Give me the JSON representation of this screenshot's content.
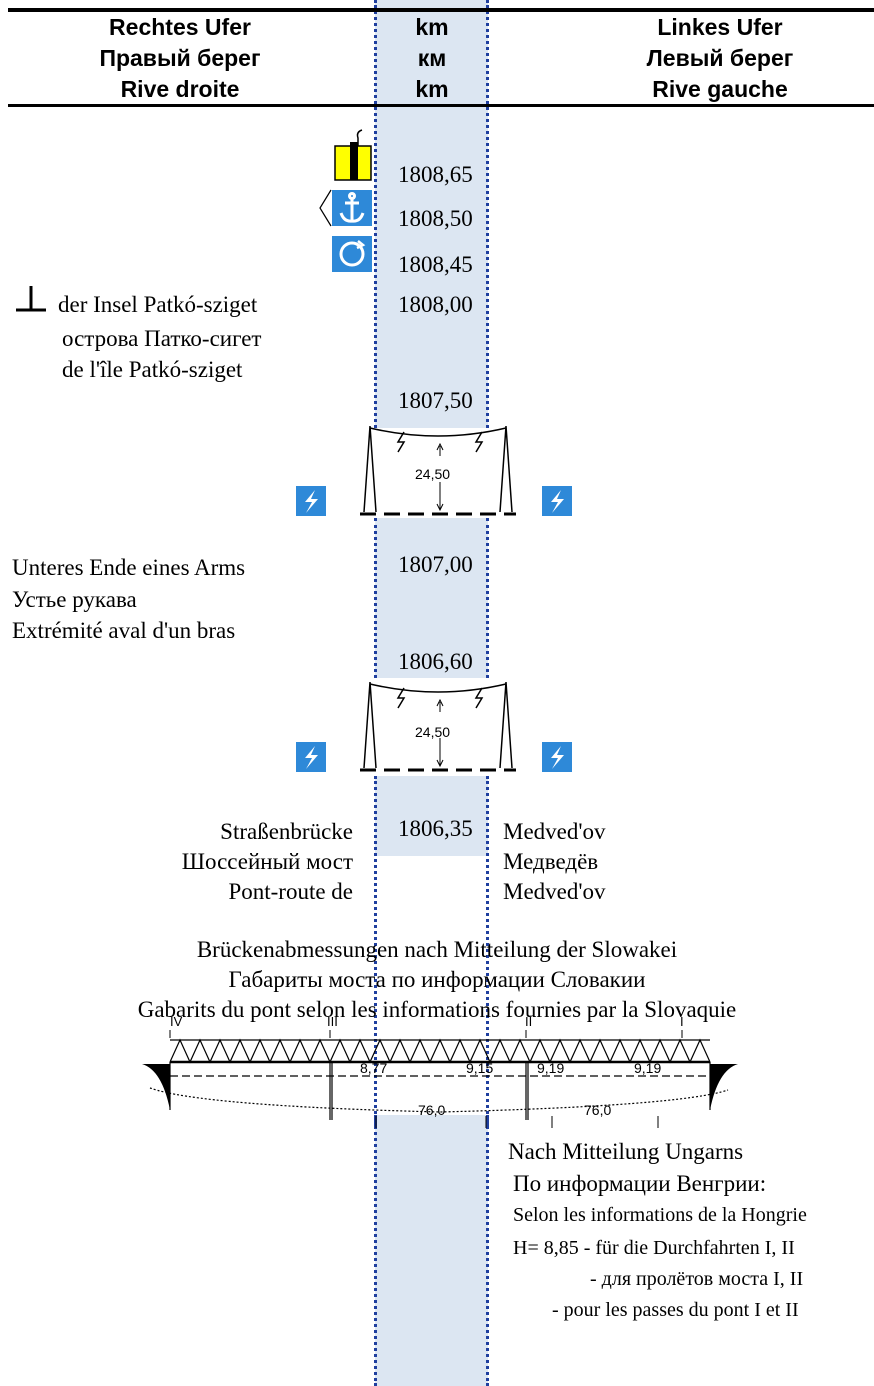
{
  "header": {
    "right_bank": [
      "Rechtes Ufer",
      "Правый берег",
      "Rive droite"
    ],
    "km": [
      "km",
      "км",
      "km"
    ],
    "left_bank": [
      "Linkes Ufer",
      "Левый берег",
      "Rive gauche"
    ]
  },
  "km_marks": {
    "m1": "1808,65",
    "m2": "1808,50",
    "m3": "1808,45",
    "m4": "1808,00",
    "m5": "1807,50",
    "m6": "1807,00",
    "m7": "1806,60",
    "m8": "1806,35"
  },
  "island": {
    "de": "der Insel Patkó-sziget",
    "ru": "острова Патко-сигет",
    "fr": "de l'île Patkó-sziget"
  },
  "arm_end": {
    "de": "Unteres Ende eines Arms",
    "ru": "Устье рукава",
    "fr": "Extrémité aval d'un bras"
  },
  "powerline_clearance_1": "24,50",
  "powerline_clearance_2": "24,50",
  "bridge": {
    "de": "Straßenbrücke",
    "ru": "Шоссейный мост",
    "fr": "Pont-route de",
    "name_de": "Medved'ov",
    "name_ru": "Медведёв",
    "name_fr": "Medved'ov"
  },
  "dimensions_note": {
    "de": "Brückenabmessungen nach Mitteilung der Slowakei",
    "ru": "Габариты моста по информации Словакии",
    "fr": "Gabarits du pont selon les informations fournies par la Slovaquie"
  },
  "bridge_drawing": {
    "pass_labels": [
      "IV",
      "III",
      "II",
      "I"
    ],
    "heights": [
      "8,77",
      "9,15",
      "9,19",
      "9,19"
    ],
    "widths": [
      "76,0",
      "76,0"
    ]
  },
  "hungary_note": {
    "de": "Nach Mitteilung Ungarns",
    "ru": "По информации Венгрии:",
    "fr": "Selon les informations de la Hongrie",
    "h_de": "H= 8,85 - für die Durchfahrten I, II",
    "h_ru": "- для пролётов моста I, II",
    "h_fr": "- pour les passes du pont I et II"
  },
  "colors": {
    "channel_band": "#dce6f2",
    "channel_border": "#1f3f9f",
    "sign_blue": "#2e89d8",
    "buoy_yellow": "#ffff00"
  },
  "icons": [
    "buoy-icon",
    "anchorage-prohibited-icon",
    "turning-area-icon",
    "island-end-icon",
    "power-line-icon",
    "overhead-cable-icon"
  ]
}
